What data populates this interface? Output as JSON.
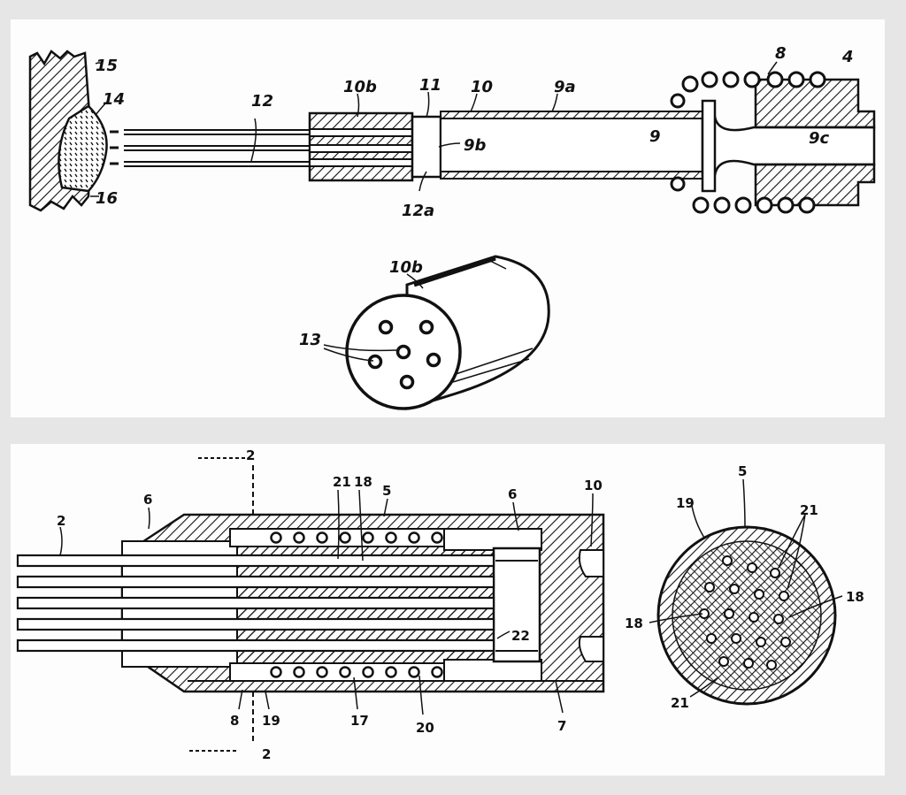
{
  "figure_top": {
    "labels": {
      "l15": "15",
      "l14": "14",
      "l16": "16",
      "l12": "12",
      "l12a": "12a",
      "l10b": "10b",
      "l11": "11",
      "l10": "10",
      "l9a": "9a",
      "l9b": "9b",
      "l9": "9",
      "l9c": "9c",
      "l8": "8",
      "l4": "4"
    }
  },
  "figure_middle": {
    "labels": {
      "l10b": "10b",
      "l13": "13"
    }
  },
  "figure_bottom": {
    "labels": {
      "l2a": "2",
      "l2b": "2",
      "l2c": "2",
      "l6a": "6",
      "l21": "21",
      "l18": "18",
      "l5": "5",
      "l6b": "6",
      "l10": "10",
      "l22": "22",
      "l7": "7",
      "l20": "20",
      "l17": "17",
      "l19": "19",
      "l8": "8"
    }
  },
  "figure_section": {
    "labels": {
      "l5": "5",
      "l19": "19",
      "l21a": "21",
      "l18a": "18",
      "l18b": "18",
      "l21b": "21"
    }
  }
}
